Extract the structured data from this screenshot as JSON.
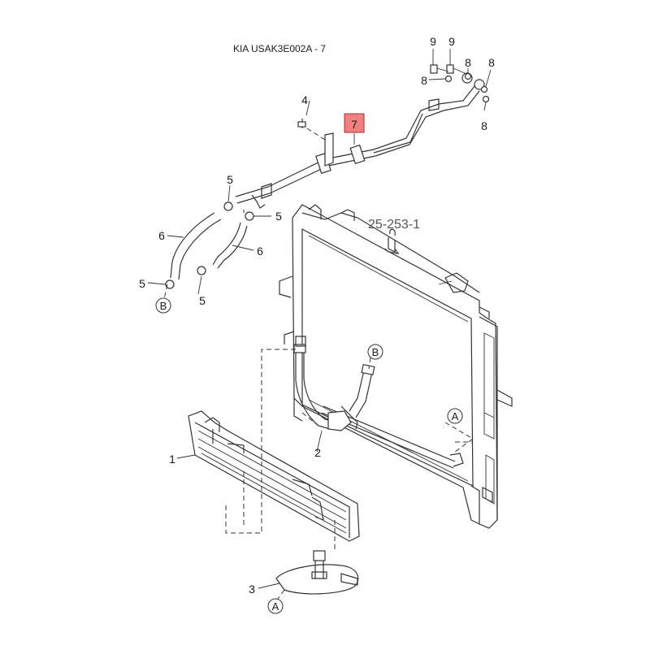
{
  "title": "KIA USAK3E002A - 7",
  "highlight_color": "#f08080",
  "labels": {
    "l7": "7",
    "l4": "4",
    "l9a": "9",
    "l9b": "9",
    "l8a": "8",
    "l8b": "8",
    "l8c": "8",
    "l8d": "8",
    "l5a": "5",
    "l5b": "5",
    "l5c": "5",
    "l5d": "5",
    "l6a": "6",
    "l6b": "6",
    "l1": "1",
    "l2": "2",
    "l3": "3",
    "ref": "25-253-1"
  },
  "circles": {
    "b1": "B",
    "b2": "B",
    "a1": "A",
    "a2": "A"
  }
}
